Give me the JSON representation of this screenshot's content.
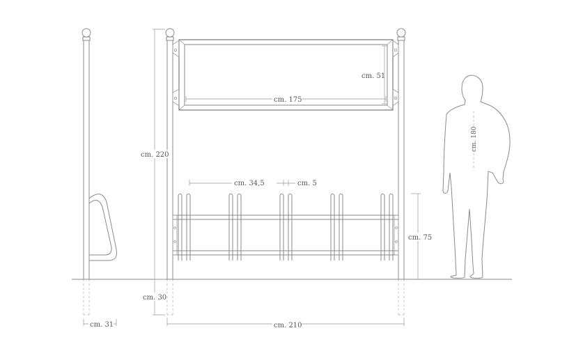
{
  "dimensions": {
    "height_total": "cm. 220",
    "underground_depth": "cm. 30",
    "side_depth": "cm. 31",
    "total_width": "cm. 210",
    "sign_width": "cm. 175",
    "sign_height": "cm. 51",
    "bike_spacing": "cm. 34,5",
    "tube_gap": "cm. 5",
    "rack_height": "cm. 75",
    "person_height": "cm. 180"
  }
}
